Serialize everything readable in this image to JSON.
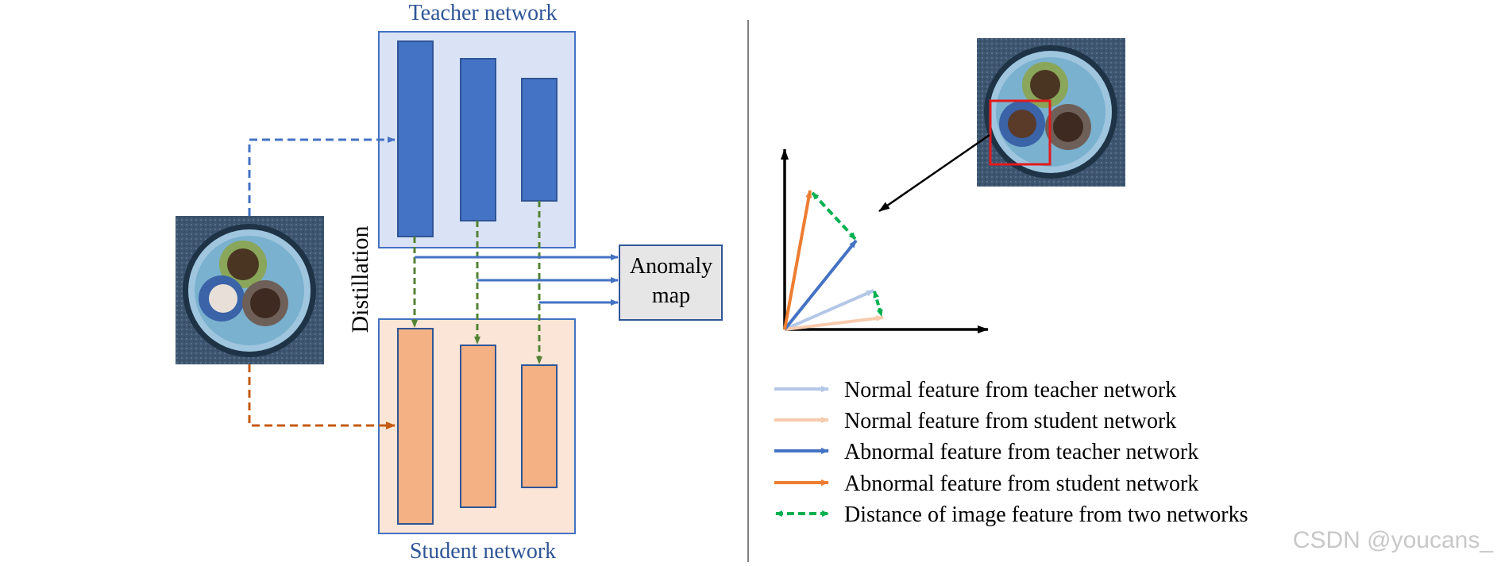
{
  "teacher": {
    "title": "Teacher network",
    "color": "#4472c4",
    "box_fill": "#dae3f5",
    "title_color": "#2f5597"
  },
  "student": {
    "title": "Student network",
    "color": "#f4b183",
    "box_fill": "#fbe5d6",
    "title_color": "#2f5597"
  },
  "distillation_label": "Distillation",
  "anomaly_map": {
    "line1": "Anomaly",
    "line2": "map"
  },
  "colors": {
    "teacher_normal": "#b4c7e7",
    "student_normal": "#f8cbad",
    "teacher_abnormal": "#4472c4",
    "student_abnormal": "#ed7d31",
    "distance": "#00b050",
    "distill_arrow": "#548235",
    "student_input_arrow": "#c55a11"
  },
  "legend": [
    {
      "label": "Normal feature from teacher network",
      "color": "#b4c7e7",
      "style": "solid"
    },
    {
      "label": "Normal feature from student network",
      "color": "#f8cbad",
      "style": "solid"
    },
    {
      "label": "Abnormal feature from teacher network",
      "color": "#4472c4",
      "style": "solid"
    },
    {
      "label": "Abnormal feature from student network",
      "color": "#ed7d31",
      "style": "solid"
    },
    {
      "label": "Distance of image feature from two networks",
      "color": "#00b050",
      "style": "dashed"
    }
  ],
  "watermark": "CSDN @youcans_"
}
